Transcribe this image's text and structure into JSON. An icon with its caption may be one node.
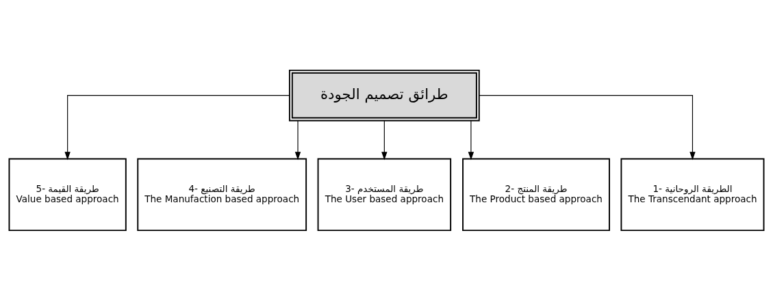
{
  "diagram": {
    "nodes": [
      {
        "text": [
          "طرائق تصميم الجودة"
        ]
      },
      {
        "text": [
          "5- طريقة القيمة",
          "Value based approach"
        ]
      },
      {
        "text": [
          "4- طريقة التصنيع",
          "The Manufaction based approach"
        ]
      },
      {
        "text": [
          "3- طريقة المستخدم",
          "The User based approach"
        ]
      },
      {
        "text": [
          "2- طريقة المنتج",
          "The Product based approach"
        ]
      },
      {
        "text": [
          "1- الطريقة الروحانية",
          "The Transcendant approach"
        ]
      }
    ],
    "edges": [
      {
        "from": 0,
        "to": 1,
        "arrow": "to"
      },
      {
        "from": 0,
        "to": 2,
        "arrow": "to"
      },
      {
        "from": 0,
        "to": 3,
        "arrow": "to"
      },
      {
        "from": 0,
        "to": 4,
        "arrow": "to"
      },
      {
        "from": 0,
        "to": 5,
        "arrow": "to"
      }
    ]
  }
}
